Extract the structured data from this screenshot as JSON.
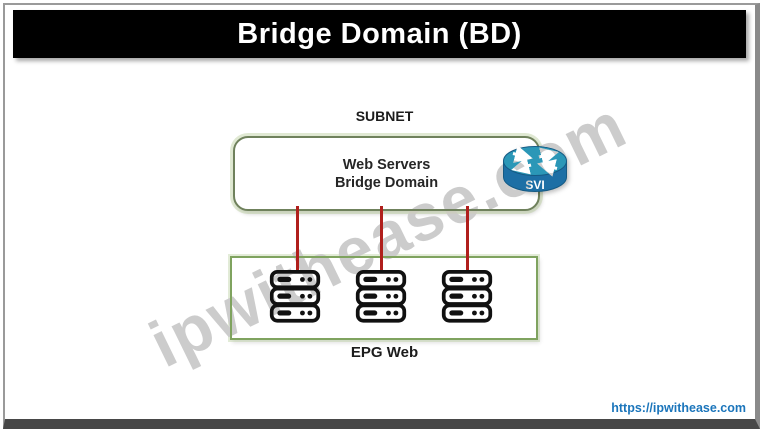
{
  "header": {
    "title": "Bridge Domain (BD)"
  },
  "diagram": {
    "subnet_label": "SUBNET",
    "bd_box": {
      "line1": "Web Servers",
      "line2": "Bridge Domain"
    },
    "svi": {
      "label": "SVI"
    },
    "epg_label": "EPG Web",
    "server_icon_name": "server-stack-icon",
    "router_icon_name": "svi-router-icon"
  },
  "watermark": {
    "text": "ipwithease.com"
  },
  "footer": {
    "link_text": "https://ipwithease.com"
  },
  "colors": {
    "header_bg": "#000000",
    "border_green": "#6f815c",
    "epg_green": "#7fa35f",
    "line_red": "#b01f1c",
    "router_teal": "#2b97b7",
    "router_blue": "#1d6fa5",
    "router_outline": "#155a84",
    "link_blue": "#1b75bb",
    "watermark_gray": "#cccccc"
  }
}
